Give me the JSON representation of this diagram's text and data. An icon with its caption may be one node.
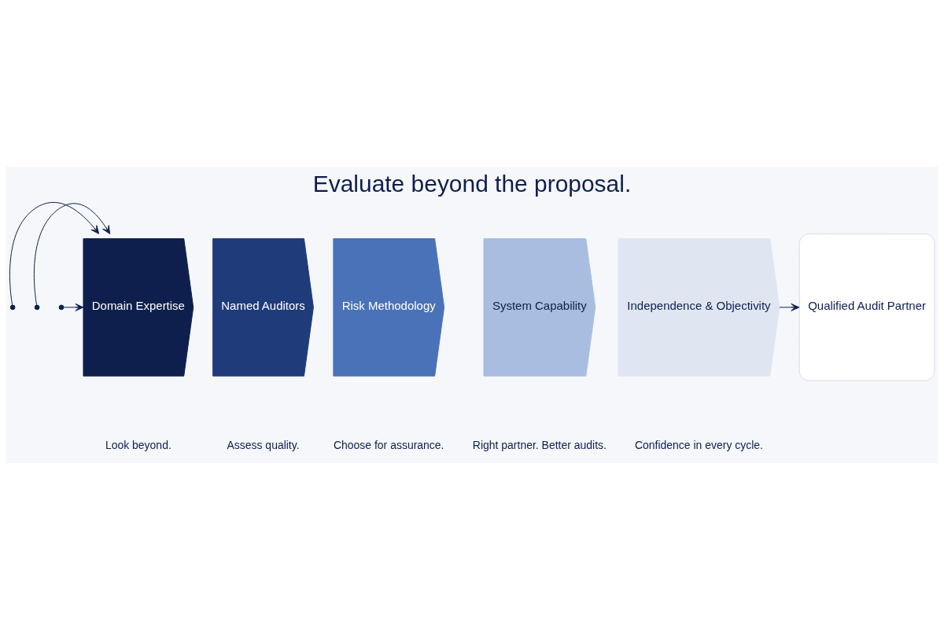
{
  "diagram": {
    "title": "Evaluate beyond the proposal.",
    "nodes": [
      {
        "text": [
          "Domain Expertise"
        ]
      },
      {
        "text": [
          "Named Auditors"
        ]
      },
      {
        "text": [
          "Risk Methodology"
        ]
      },
      {
        "text": [
          "System Capability"
        ]
      },
      {
        "text": [
          "Independence & Objectivity"
        ]
      },
      {
        "text": [
          "Qualified Audit Partner"
        ]
      }
    ],
    "edges": [
      {
        "from": null,
        "to": 0,
        "arrow": "to"
      },
      {
        "from": null,
        "to": 0,
        "arrow": "to"
      },
      {
        "from": null,
        "to": 0,
        "arrow": "to"
      },
      {
        "from": 4,
        "to": 5,
        "arrow": "to"
      }
    ],
    "labels": [
      "Look beyond.",
      "Assess quality.",
      "Choose for assurance.",
      "Right partner. Better audits.",
      "Confidence in every cycle."
    ]
  }
}
